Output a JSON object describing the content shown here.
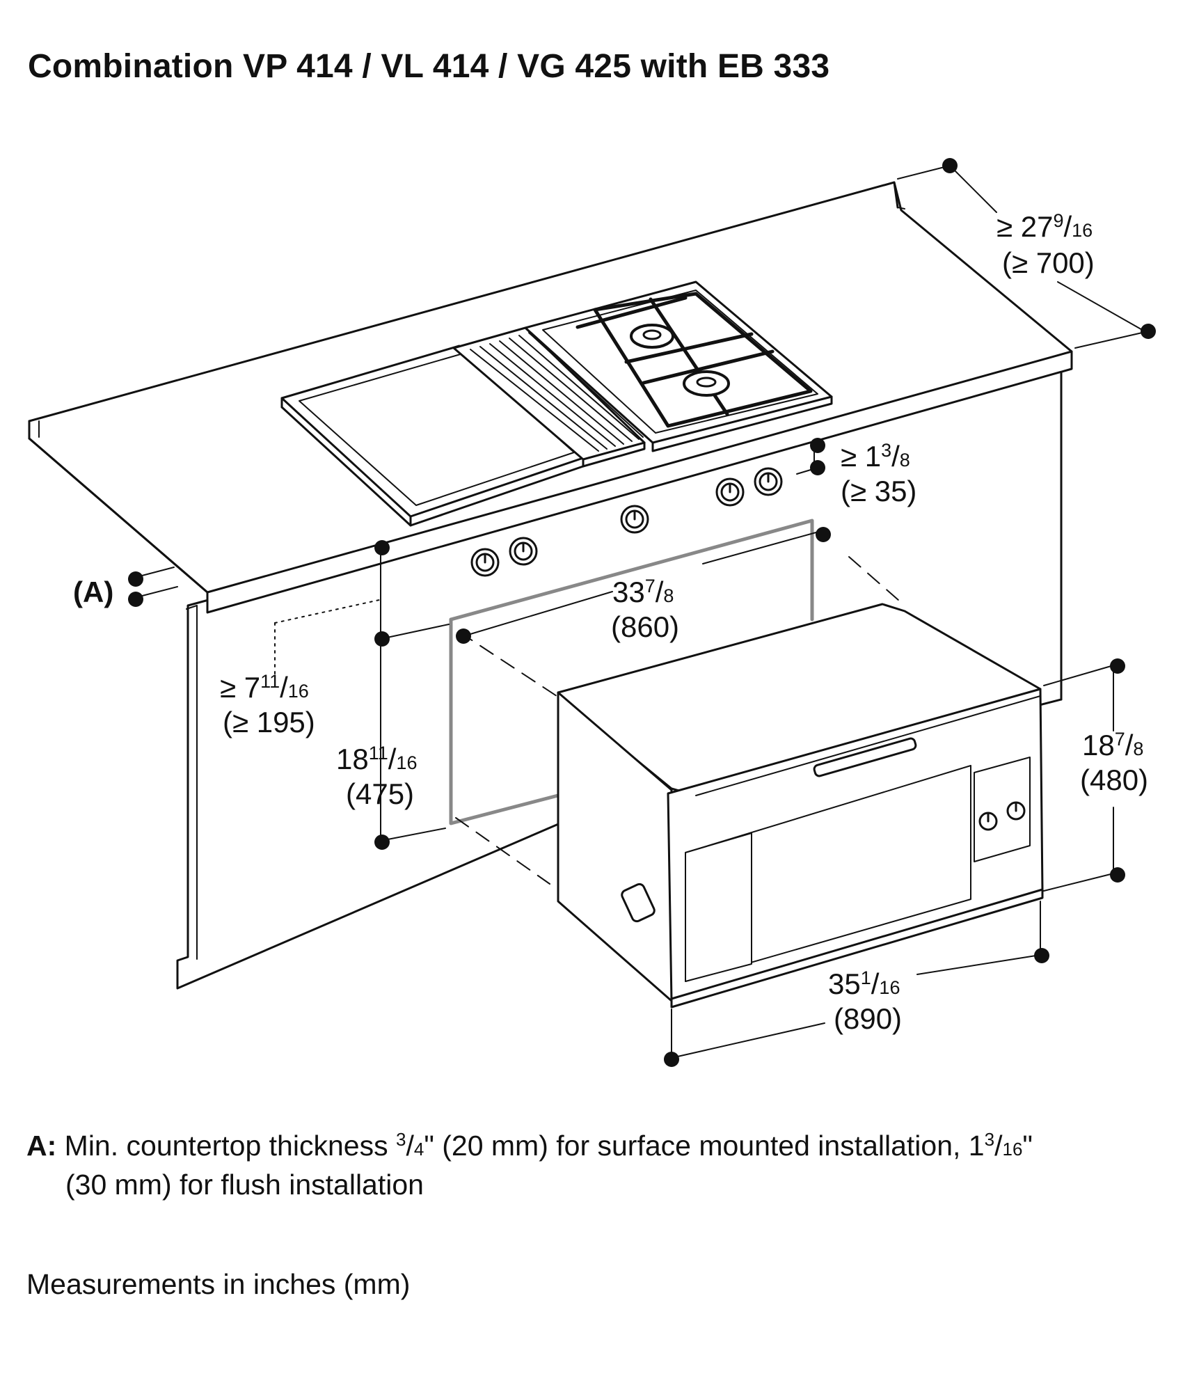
{
  "title": "Combination VP 414 / VL 414 / VG 425 with EB 333",
  "dimensions": {
    "depth": {
      "main": "≥ 27",
      "num": "9",
      "den": "16",
      "mm": "(≥ 700)"
    },
    "clearance_top": {
      "main": "≥ 1",
      "num": "3",
      "den": "8",
      "mm": "(≥ 35)"
    },
    "cutout_width": {
      "main": "33",
      "num": "7",
      "den": "8",
      "mm": "(860)"
    },
    "cutout_height": {
      "main": "18",
      "num": "11",
      "den": "16",
      "mm": "(475)"
    },
    "distance_min": {
      "main": "≥ 7",
      "num": "11",
      "den": "16",
      "mm": "(≥ 195)"
    },
    "appliance_height": {
      "main": "18",
      "num": "7",
      "den": "8",
      "mm": "(480)"
    },
    "appliance_width": {
      "main": "35",
      "num": "1",
      "den": "16",
      "mm": "(890)"
    },
    "label_a": "(A)"
  },
  "note_a": {
    "label": "A:",
    "text1": "Min. countertop thickness ",
    "f1_num": "3",
    "f1_den": "4",
    "text2": "\" (20 mm) for surface mounted installation, 1",
    "f2_num": "3",
    "f2_den": "16",
    "text3": "\"",
    "line2": "(30 mm) for flush installation"
  },
  "measurement_note": "Measurements in inches (mm)"
}
